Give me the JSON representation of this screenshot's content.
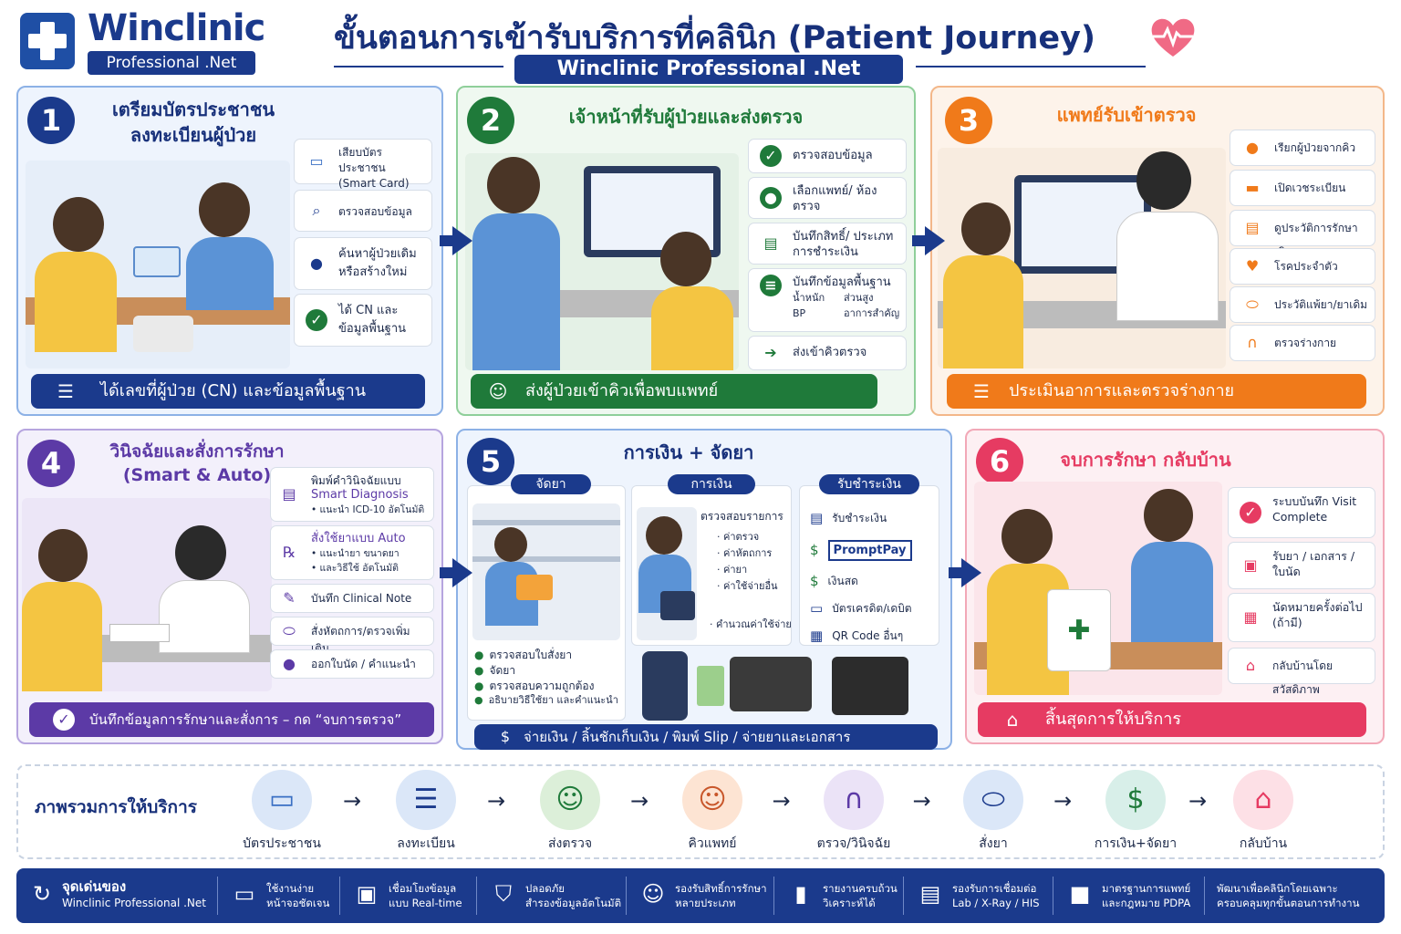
{
  "brand": {
    "name": "Winclinic",
    "sub": "Professional .Net"
  },
  "header": {
    "title": "ขั้นตอนการเข้ารับบริการที่คลินิก (Patient Journey)",
    "subtitle": "Winclinic Professional .Net"
  },
  "colors": {
    "blue": "#1b3a8c",
    "green": "#1f7a3a",
    "orange": "#f07a1a",
    "purple": "#5c3aa6",
    "pink": "#e63b62"
  },
  "step1": {
    "num": "1",
    "title_l1": "เตรียมบัตรประชาชน",
    "title_l2": "ลงทะเบียนผู้ป่วย",
    "items": [
      "เสียบบัตรประชาชน (Smart Card)",
      "ตรวจสอบข้อมูล",
      "ค้นหาผู้ป่วยเดิม หรือสร้างใหม่",
      "ได้ CN และข้อมูลพื้นฐาน"
    ],
    "bar": "ได้เลขที่ผู้ป่วย (CN) และข้อมูลพื้นฐาน"
  },
  "step2": {
    "num": "2",
    "title": "เจ้าหน้าที่รับผู้ป่วยและส่งตรวจ",
    "items": [
      "ตรวจสอบข้อมูล",
      "เลือกแพทย์/ ห้องตรวจ",
      "บันทึกสิทธิ์/ ประเภทการชำระเงิน",
      "บันทึกข้อมูลพื้นฐาน",
      "ส่งเข้าคิวตรวจ"
    ],
    "vitals": [
      "น้ำหนัก",
      "ส่วนสูง",
      "BP",
      "อาการสำคัญ"
    ],
    "bar": "ส่งผู้ป่วยเข้าคิวเพื่อพบแพทย์"
  },
  "step3": {
    "num": "3",
    "title": "แพทย์รับเข้าตรวจ",
    "items": [
      "เรียกผู้ป่วยจากคิว",
      "เปิดเวชระเบียน",
      "ดูประวัติการรักษาเดิม",
      "โรคประจำตัว",
      "ประวัติแพ้ยา/ยาเดิม",
      "ตรวจร่างกาย"
    ],
    "bar": "ประเมินอาการและตรวจร่างกาย"
  },
  "step4": {
    "num": "4",
    "title_l1": "วินิจฉัยและสั่งการรักษา",
    "title_l2": "(Smart & Auto)",
    "items": [
      {
        "l1": "พิมพ์คำวินิจฉัยแบบ",
        "l2": "Smart Diagnosis",
        "l3": "• แนะนำ ICD-10 อัตโนมัติ"
      },
      {
        "l1": "สั่งใช้ยาแบบ Auto",
        "l2": "• แนะนำยา ขนาดยา",
        "l3": "• และวิธีใช้ อัตโนมัติ"
      },
      {
        "l1": "บันทึก Clinical Note"
      },
      {
        "l1": "สั่งหัตถการ/ตรวจเพิ่มเติม"
      },
      {
        "l1": "ออกใบนัด / คำแนะนำ"
      }
    ],
    "bar": "บันทึกข้อมูลการรักษาและสั่งการ – กด “จบการตรวจ”"
  },
  "step5": {
    "num": "5",
    "title": "การเงิน + จัดยา",
    "col1": {
      "head": "จัดยา",
      "items": [
        "ตรวจสอบใบสั่งยา",
        "จัดยา",
        "ตรวจสอบความถูกต้อง",
        "อธิบายวิธีใช้ยา และคำแนะนำ"
      ]
    },
    "col2": {
      "head": "การเงิน",
      "check": "ตรวจสอบรายการ",
      "items": [
        "ค่าตรวจ",
        "ค่าหัตถการ",
        "ค่ายา",
        "ค่าใช้จ่ายอื่น"
      ],
      "calc": "คำนวณค่าใช้จ่าย"
    },
    "col3": {
      "head": "รับชำระเงิน",
      "items": [
        "รับชำระเงิน",
        "PromptPay",
        "เงินสด",
        "บัตรเครดิต/เดบิต",
        "QR Code อื่นๆ"
      ]
    },
    "bar": "จ่ายเงิน / ลิ้นชักเก็บเงิน / พิมพ์ Slip / จ่ายยาและเอกสาร"
  },
  "step6": {
    "num": "6",
    "title": "จบการรักษา กลับบ้าน",
    "items": [
      "ระบบบันทึก Visit Complete",
      "รับยา / เอกสาร / ใบนัด",
      "นัดหมายครั้งต่อไป (ถ้ามี)",
      "กลับบ้านโดยสวัสดิภาพ"
    ],
    "bar": "สิ้นสุดการให้บริการ"
  },
  "overview": {
    "title": "ภาพรวมการให้บริการ",
    "steps": [
      "บัตรประชาชน",
      "ลงทะเบียน",
      "ส่งตรวจ",
      "คิวแพทย์",
      "ตรวจ/วินิจฉัย",
      "สั่งยา",
      "การเงิน+จัดยา",
      "กลับบ้าน"
    ]
  },
  "footer": {
    "lead_l1": "จุดเด่นของ",
    "lead_l2": "Winclinic Professional .Net",
    "items": [
      [
        "ใช้งานง่าย",
        "หน้าจอชัดเจน"
      ],
      [
        "เชื่อมโยงข้อมูล",
        "แบบ Real-time"
      ],
      [
        "ปลอดภัย",
        "สำรองข้อมูลอัตโนมัติ"
      ],
      [
        "รองรับสิทธิ์การรักษา",
        "หลายประเภท"
      ],
      [
        "รายงานครบถ้วน",
        "วิเคราะห์ได้"
      ],
      [
        "รองรับการเชื่อมต่อ",
        "Lab / X-Ray / HIS"
      ],
      [
        "มาตรฐานการแพทย์",
        "และกฎหมาย PDPA"
      ],
      [
        "พัฒนาเพื่อคลินิกโดยเฉพาะ",
        "ครอบคลุมทุกขั้นตอนการทำงาน"
      ]
    ]
  }
}
